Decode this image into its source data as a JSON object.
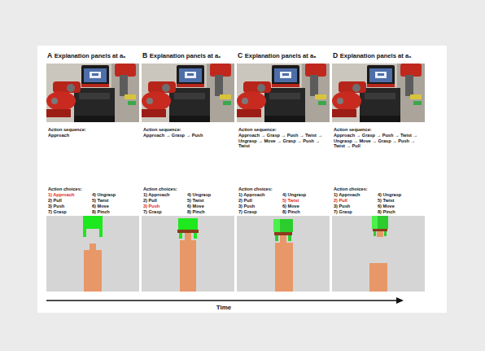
{
  "diagram": {
    "nodes": [
      {
        "text": [
          "A",
          "Explanation panels at a₀",
          "Action sequence:",
          "Approach",
          "Action choices:",
          "1) Approach",
          "4) Ungrasp",
          "2) Pull",
          "5) Twist",
          "3) Push",
          "6) Move",
          "7) Grasp",
          "8) Pinch"
        ]
      },
      {
        "text": [
          "B",
          "Explanation panels at a₂",
          "Action sequence:",
          "Approach → Grasp → Push",
          "Action choices:",
          "1) Approach",
          "4) Ungrasp",
          "2) Pull",
          "5) Twist",
          "3) Push",
          "6) Move",
          "7) Grasp",
          "8) Pinch"
        ]
      },
      {
        "text": [
          "C",
          "Explanation panels at a₈",
          "Action sequence:",
          "Approach → Grasp → Push → Twist → Ungrasp → Move → Grasp → Push → Twist",
          "Action choices:",
          "1) Approach",
          "4) Ungrasp",
          "2) Pull",
          "5) Twist",
          "3) Push",
          "6) Move",
          "7) Grasp",
          "8) Pinch"
        ]
      },
      {
        "text": [
          "D",
          "Explanation panels at a₉",
          "Action sequence:",
          "Approach → Grasp → Push → Twist → Ungrasp → Move → Grasp → Push → Twist → Pull",
          "Action choices:",
          "1) Approach",
          "4) Ungrasp",
          "2) Pull",
          "5) Twist",
          "3) Push",
          "6) Move",
          "7) Grasp",
          "8) Pinch"
        ]
      }
    ],
    "labels": [
      "Time"
    ]
  }
}
